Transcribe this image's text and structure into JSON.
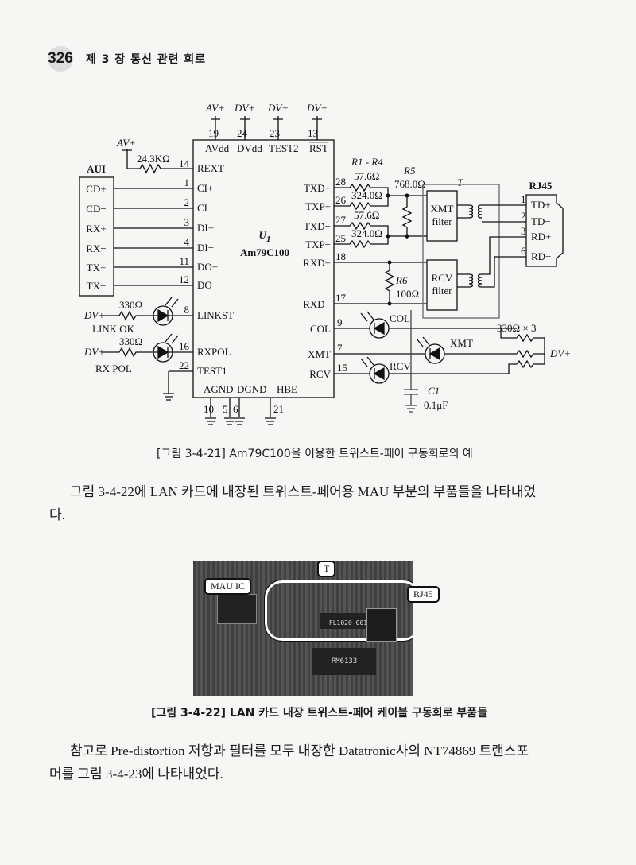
{
  "header": {
    "page_number": "326",
    "chapter": "제 3 장  통신 관련 회로"
  },
  "figure1": {
    "chip": {
      "ref": "U",
      "ref_sub": "1",
      "part": "Am79C100"
    },
    "top_supplies": [
      "AV+",
      "DV+",
      "DV+",
      "DV+"
    ],
    "top_pins": [
      {
        "num": "19",
        "name": "AVdd"
      },
      {
        "num": "24",
        "name": "DVdd"
      },
      {
        "num": "23",
        "name": "TEST2"
      },
      {
        "num": "13",
        "name": "RST"
      }
    ],
    "left_pins": [
      {
        "num": "14",
        "name": "REXT"
      },
      {
        "num": "1",
        "name": "CI+"
      },
      {
        "num": "2",
        "name": "CI−"
      },
      {
        "num": "3",
        "name": "DI+"
      },
      {
        "num": "4",
        "name": "DI−"
      },
      {
        "num": "11",
        "name": "DO+"
      },
      {
        "num": "12",
        "name": "DO−"
      },
      {
        "num": "8",
        "name": "LINKST"
      },
      {
        "num": "16",
        "name": "RXPOL"
      },
      {
        "num": "22",
        "name": "TEST1"
      }
    ],
    "right_pins": [
      {
        "num": "28",
        "name": "TXD+"
      },
      {
        "num": "26",
        "name": "TXP+"
      },
      {
        "num": "27",
        "name": "TXD−"
      },
      {
        "num": "25",
        "name": "TXP−"
      },
      {
        "num": "18",
        "name": "RXD+"
      },
      {
        "num": "17",
        "name": "RXD−"
      },
      {
        "num": "9",
        "name": "COL"
      },
      {
        "num": "7",
        "name": "XMT"
      },
      {
        "num": "15",
        "name": "RCV"
      }
    ],
    "bottom_pins": [
      {
        "num": "10",
        "name": "AGND"
      },
      {
        "num": "5",
        "name": "DGND"
      },
      {
        "num": "6",
        "name": ""
      },
      {
        "num": "21",
        "name": "HBE"
      }
    ],
    "aui": {
      "title": "AUI",
      "pins": [
        "CD+",
        "CD−",
        "RX+",
        "RX−",
        "TX+",
        "TX−"
      ]
    },
    "rext": {
      "supply": "AV+",
      "value": "24.3KΩ"
    },
    "leds_left": [
      {
        "supply": "DV+",
        "resistor": "330Ω",
        "label": "LINK OK"
      },
      {
        "supply": "DV+",
        "resistor": "330Ω",
        "label": "RX POL"
      }
    ],
    "r1_r4": {
      "label": "R1 - R4",
      "values": [
        "57.6Ω",
        "324.0Ω",
        "57.6Ω",
        "324.0Ω"
      ]
    },
    "r5": {
      "label": "R5",
      "value": "768.0Ω"
    },
    "r6": {
      "label": "R6",
      "value": "100Ω"
    },
    "transformer": {
      "label": "T",
      "xmt_filter": [
        "XMT",
        "filter"
      ],
      "rcv_filter": [
        "RCV",
        "filter"
      ]
    },
    "rj45": {
      "title": "RJ45",
      "pins": [
        {
          "num": "1",
          "name": "TD+"
        },
        {
          "num": "2",
          "name": "TD−"
        },
        {
          "num": "3",
          "name": "RD+"
        },
        {
          "num": "6",
          "name": "RD−"
        }
      ]
    },
    "leds_right": [
      "COL",
      "XMT",
      "RCV"
    ],
    "led_resistors": {
      "label": "330Ω × 3",
      "supply": "DV+"
    },
    "c1": {
      "label": "C1",
      "value": "0.1μF"
    },
    "caption": "[그림 3-4-21]   Am79C100을 이용한 트위스트-페어 구동회로의 예"
  },
  "paragraph1": [
    "그림 3-4-22에 LAN 카드에 내장된 트위스트-페어용 MAU 부분의 부품들을 나타내었",
    "다."
  ],
  "figure2": {
    "labels": {
      "mau": "MAU  IC",
      "t": "T",
      "rj45": "RJ45"
    },
    "chip_marks": [
      "FL1020-001",
      "PM6133"
    ],
    "caption": "[그림 3-4-22]   LAN 카드 내장 트위스트-페어 케이블 구동회로 부품들"
  },
  "paragraph2": [
    "참고로 Pre-distortion 저항과 필터를 모두 내장한 Datatronic사의 NT74869 트랜스포",
    "머를 그림 3-4-23에 나타내었다."
  ]
}
